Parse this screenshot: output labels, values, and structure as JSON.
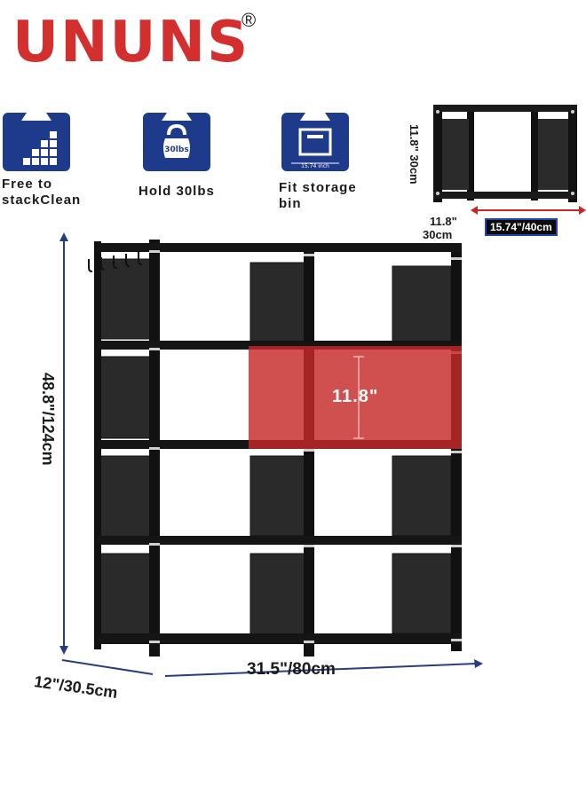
{
  "brand": {
    "name": "UNUNS",
    "registered": "®",
    "color": "#d32f2f"
  },
  "features": [
    {
      "icon": "stack-cubes-icon",
      "label_line1": "Free to",
      "label_line2": "stackClean"
    },
    {
      "icon": "kettlebell-icon",
      "icon_text": "30lbs",
      "label_line1": "Hold 30lbs"
    },
    {
      "icon": "storage-bin-icon",
      "icon_text": "15.74 inch",
      "label_line1": "Fit storage",
      "label_line2": "bin"
    }
  ],
  "side_view": {
    "height_label": "11.8\" 30cm",
    "depth_label_line1": "11.8\"",
    "depth_label_line2": "30cm",
    "width_badge": "15.74\"/40cm"
  },
  "dimensions": {
    "height": "48.8\"/124cm",
    "width": "31.5\"/80cm",
    "depth": "12\"/30.5cm",
    "cube_height": "11.8\""
  },
  "colors": {
    "icon_blue": "#1e3a8a",
    "highlight_red": "#c62828",
    "frame": "#111111"
  }
}
